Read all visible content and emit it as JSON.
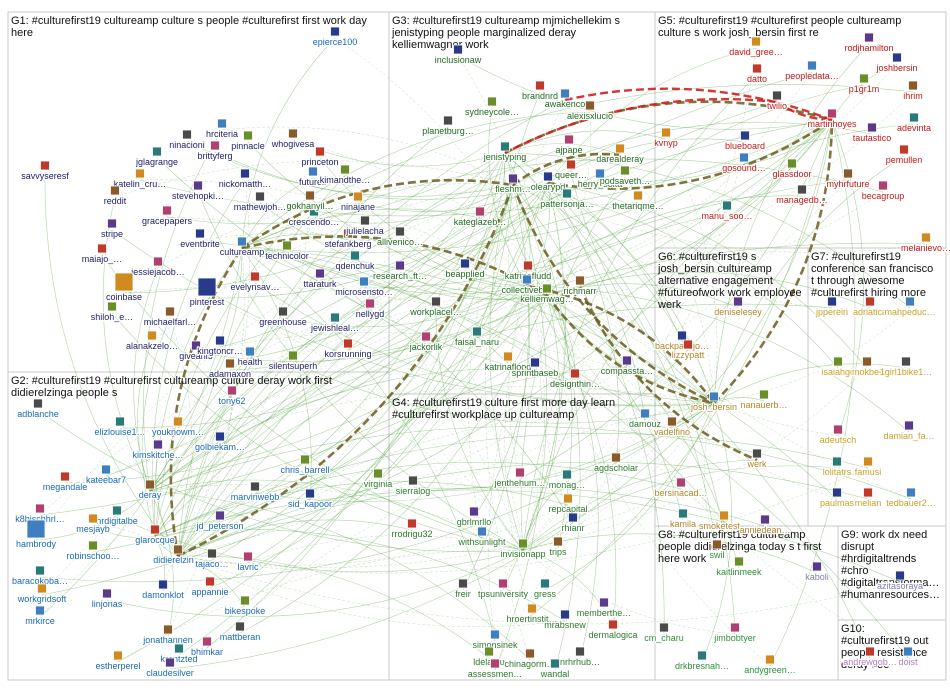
{
  "colors": {
    "edge_green": "#4f9f3c",
    "edge_dark": "#6b5a1e",
    "edge_red": "#d22020",
    "g1": "#222266",
    "g2": "#1a6ab0",
    "g3": "#1f6b1f",
    "g4": "#2c7a2c",
    "g5": "#c01818",
    "g6": "#b0852a",
    "g7": "#c9a227",
    "g8": "#2f8f3a",
    "g9": "#8080b0",
    "g10": "#b080c0"
  },
  "groups": [
    {
      "id": "G1",
      "lines": [
        "G1: #culturefirst19 cultureamp culture s people #culturefirst first work day",
        "here"
      ],
      "color": "g1"
    },
    {
      "id": "G2",
      "lines": [
        "G2: #culturefirst19 #culturefirst cultureamp culture deray work first",
        "didierelzinga people s"
      ],
      "color": "g2"
    },
    {
      "id": "G3",
      "lines": [
        "G3: #culturefirst19 cultureamp mjmichellekim s",
        "jenistyping people marginalized deray",
        "kelliemwagner work"
      ],
      "color": "g3"
    },
    {
      "id": "G4",
      "lines": [
        "G4: #culturefirst19 culture first more day learn",
        "#culturefirst workplace up cultureamp"
      ],
      "color": "g4"
    },
    {
      "id": "G5",
      "lines": [
        "G5: #culturefirst19 #culturefirst people cultureamp",
        "culture s work josh_bersin first re"
      ],
      "color": "g5"
    },
    {
      "id": "G6",
      "lines": [
        "G6: #culturefirst19 s",
        "josh_bersin cultureamp",
        "alternative engagement",
        "#futureofwork work employee",
        "werk"
      ],
      "color": "g6"
    },
    {
      "id": "G7",
      "lines": [
        "G7: #culturefirst19",
        "conference san francisco",
        "t through awesome",
        "#culturefirst hiring more"
      ],
      "color": "g7"
    },
    {
      "id": "G8",
      "lines": [
        "G8: #culturefirst19 cultureamp",
        "people didierelzinga today s t first",
        "here work"
      ],
      "color": "g8"
    },
    {
      "id": "G9",
      "lines": [
        "G9: work dx need",
        "disrupt",
        "#hrdigitaltrends",
        "#chro",
        "#digitaltransforma…",
        "#humanresources…"
      ],
      "color": "g9"
    },
    {
      "id": "G10",
      "lines": [
        "G10:",
        "#culturefirst19 out",
        "people resistance",
        "deray see"
      ],
      "color": "g10"
    }
  ],
  "nodes": [
    {
      "id": "epierce100",
      "group": "g2"
    },
    {
      "id": "savvyseresf",
      "group": "g1"
    },
    {
      "id": "hrciteria",
      "group": "g1"
    },
    {
      "id": "pinnacle",
      "group": "g1"
    },
    {
      "id": "whogivesa",
      "group": "g1"
    },
    {
      "id": "ninacioni",
      "group": "g1"
    },
    {
      "id": "brittyferg",
      "group": "g1"
    },
    {
      "id": "jglagrange",
      "group": "g1"
    },
    {
      "id": "katelin_cru…",
      "group": "g1"
    },
    {
      "id": "stevehopki…",
      "group": "g1"
    },
    {
      "id": "nickomatth…",
      "group": "g1"
    },
    {
      "id": "princeton",
      "group": "g1"
    },
    {
      "id": "futurelr",
      "group": "g1"
    },
    {
      "id": "kimandthe…",
      "group": "g1"
    },
    {
      "id": "reddit",
      "group": "g1"
    },
    {
      "id": "mathewjoh…",
      "group": "g1"
    },
    {
      "id": "gracepapers",
      "group": "g1"
    },
    {
      "id": "crescendo…",
      "group": "g1"
    },
    {
      "id": "ninajane",
      "group": "g1"
    },
    {
      "id": "stripe",
      "group": "g1"
    },
    {
      "id": "eventbrite",
      "group": "g1"
    },
    {
      "id": "maiajo_…",
      "group": "g1"
    },
    {
      "id": "cultureamp",
      "group": "g1"
    },
    {
      "id": "technicolor",
      "group": "g1"
    },
    {
      "id": "stefankberg",
      "group": "g1"
    },
    {
      "id": "julielacha",
      "group": "g1"
    },
    {
      "id": "jessiejacob…",
      "group": "g1"
    },
    {
      "id": "qdenchuk",
      "group": "g1"
    },
    {
      "id": "coinbase",
      "group": "g1"
    },
    {
      "id": "ttaraturk",
      "group": "g1"
    },
    {
      "id": "pinterest",
      "group": "g1"
    },
    {
      "id": "evelynsav…",
      "group": "g1"
    },
    {
      "id": "microsensto…",
      "group": "g1"
    },
    {
      "id": "shiloh_e…",
      "group": "g1"
    },
    {
      "id": "michaelfarl…",
      "group": "g1"
    },
    {
      "id": "greenhouse",
      "group": "g1"
    },
    {
      "id": "nellygd",
      "group": "g1"
    },
    {
      "id": "jewishleal…",
      "group": "g1"
    },
    {
      "id": "alanakzelo…",
      "group": "g1"
    },
    {
      "id": "giveahi5",
      "group": "g1"
    },
    {
      "id": "kingtoncr…",
      "group": "g1"
    },
    {
      "id": "korsrunning",
      "group": "g1"
    },
    {
      "id": "health",
      "group": "g1"
    },
    {
      "id": "silentsuperh",
      "group": "g1"
    },
    {
      "id": "adamaxon",
      "group": "g1"
    },
    {
      "id": "adblanche",
      "group": "g2"
    },
    {
      "id": "tony62",
      "group": "g2"
    },
    {
      "id": "elizlouise1…",
      "group": "g2"
    },
    {
      "id": "youknowm…",
      "group": "g2"
    },
    {
      "id": "kimskitche…",
      "group": "g2"
    },
    {
      "id": "golbiekam…",
      "group": "g2"
    },
    {
      "id": "megandale",
      "group": "g2"
    },
    {
      "id": "kateebar7",
      "group": "g2"
    },
    {
      "id": "chris_barrell",
      "group": "g2"
    },
    {
      "id": "deray",
      "group": "g2"
    },
    {
      "id": "marvinwebb",
      "group": "g2"
    },
    {
      "id": "k8bischhrl…",
      "group": "g2"
    },
    {
      "id": "hrdigitalbe",
      "group": "g2"
    },
    {
      "id": "mesjayb",
      "group": "g2"
    },
    {
      "id": "jd_peterson",
      "group": "g2"
    },
    {
      "id": "sid_kapoor",
      "group": "g2"
    },
    {
      "id": "glarocque",
      "group": "g2"
    },
    {
      "id": "hambrody",
      "group": "g2"
    },
    {
      "id": "robinschoo…",
      "group": "g2"
    },
    {
      "id": "didierelzin…",
      "group": "g2"
    },
    {
      "id": "tajaco…",
      "group": "g2"
    },
    {
      "id": "lavric",
      "group": "g2"
    },
    {
      "id": "baracokoba…",
      "group": "g2"
    },
    {
      "id": "workgridsoft",
      "group": "g2"
    },
    {
      "id": "linjonas",
      "group": "g2"
    },
    {
      "id": "damonklot",
      "group": "g2"
    },
    {
      "id": "appannie",
      "group": "g2"
    },
    {
      "id": "mrkirce",
      "group": "g2"
    },
    {
      "id": "bikespoke",
      "group": "g2"
    },
    {
      "id": "jonathannen",
      "group": "g2"
    },
    {
      "id": "mattberan",
      "group": "g2"
    },
    {
      "id": "bhimkar",
      "group": "g2"
    },
    {
      "id": "krantzted",
      "group": "g2"
    },
    {
      "id": "estherperel",
      "group": "g2"
    },
    {
      "id": "claudesilver",
      "group": "g2"
    },
    {
      "id": "inclusionaw",
      "group": "g3"
    },
    {
      "id": "brandnrd",
      "group": "g3"
    },
    {
      "id": "awakenco",
      "group": "g3"
    },
    {
      "id": "sydneycole…",
      "group": "g3"
    },
    {
      "id": "alexisxlucio",
      "group": "g3"
    },
    {
      "id": "planetburg…",
      "group": "g3"
    },
    {
      "id": "ajpape",
      "group": "g3"
    },
    {
      "id": "jenistyping",
      "group": "g3"
    },
    {
      "id": "darealderay",
      "group": "g3"
    },
    {
      "id": "fleshm…",
      "group": "g3"
    },
    {
      "id": "olearypd",
      "group": "g3"
    },
    {
      "id": "queer…",
      "group": "g3"
    },
    {
      "id": "herry_solta",
      "group": "g3"
    },
    {
      "id": "podsaveth…",
      "group": "g3"
    },
    {
      "id": "gokhanyil…",
      "group": "g3"
    },
    {
      "id": "allivenico…",
      "group": "g3"
    },
    {
      "id": "kateglazeb…",
      "group": "g3"
    },
    {
      "id": "pattersonja…",
      "group": "g3"
    },
    {
      "id": "thetariqme…",
      "group": "g3"
    },
    {
      "id": "research_ft…",
      "group": "g3"
    },
    {
      "id": "beapplied",
      "group": "g3"
    },
    {
      "id": "katrinafludd",
      "group": "g3"
    },
    {
      "id": "collectiveb…",
      "group": "g3"
    },
    {
      "id": "kelliemwag…",
      "group": "g3"
    },
    {
      "id": "richmarr",
      "group": "g3"
    },
    {
      "id": "workplacel…",
      "group": "g3"
    },
    {
      "id": "jackorlik",
      "group": "g3"
    },
    {
      "id": "faisal_naru",
      "group": "g3"
    },
    {
      "id": "katrinaflood",
      "group": "g3"
    },
    {
      "id": "compassta…",
      "group": "g3"
    },
    {
      "id": "sprintbaseb",
      "group": "g3"
    },
    {
      "id": "designthin…",
      "group": "g3"
    },
    {
      "id": "damouz",
      "group": "g4"
    },
    {
      "id": "virginia",
      "group": "g4"
    },
    {
      "id": "agdscholar",
      "group": "g4"
    },
    {
      "id": "sierralog",
      "group": "g4"
    },
    {
      "id": "jenthehum…",
      "group": "g4"
    },
    {
      "id": "monag…",
      "group": "g4"
    },
    {
      "id": "repcapital",
      "group": "g4"
    },
    {
      "id": "gbrlmrllo",
      "group": "g4"
    },
    {
      "id": "rhianr",
      "group": "g4"
    },
    {
      "id": "rrodrigu32",
      "group": "g4"
    },
    {
      "id": "withsunlight",
      "group": "g4"
    },
    {
      "id": "invisionapp",
      "group": "g4"
    },
    {
      "id": "trips",
      "group": "g4"
    },
    {
      "id": "freir",
      "group": "g4"
    },
    {
      "id": "tpsuniversity",
      "group": "g4"
    },
    {
      "id": "gress",
      "group": "g4"
    },
    {
      "id": "hroertinstit…",
      "group": "g4"
    },
    {
      "id": "memberthe…",
      "group": "g4"
    },
    {
      "id": "mrabsnew",
      "group": "g4"
    },
    {
      "id": "dermalogica",
      "group": "g4"
    },
    {
      "id": "simonsinek",
      "group": "g4"
    },
    {
      "id": "ldelacru",
      "group": "g4"
    },
    {
      "id": "chinagorm…",
      "group": "g4"
    },
    {
      "id": "nrhrhub…",
      "group": "g4"
    },
    {
      "id": "assessmen…",
      "group": "g4"
    },
    {
      "id": "wandal",
      "group": "g4"
    },
    {
      "id": "david_gree…",
      "group": "g5"
    },
    {
      "id": "rodjhamilton",
      "group": "g5"
    },
    {
      "id": "joshbersin",
      "group": "g5"
    },
    {
      "id": "datto",
      "group": "g5"
    },
    {
      "id": "peopledata…",
      "group": "g5"
    },
    {
      "id": "p1gr1m",
      "group": "g5"
    },
    {
      "id": "ihrim",
      "group": "g5"
    },
    {
      "id": "twilio",
      "group": "g5"
    },
    {
      "id": "martinhoyes",
      "group": "g5"
    },
    {
      "id": "adevinta",
      "group": "g5"
    },
    {
      "id": "kvnyp",
      "group": "g5"
    },
    {
      "id": "tautastico",
      "group": "g5"
    },
    {
      "id": "blueboard",
      "group": "g5"
    },
    {
      "id": "pemullen",
      "group": "g5"
    },
    {
      "id": "gosound…",
      "group": "g5"
    },
    {
      "id": "glassdoor",
      "group": "g5"
    },
    {
      "id": "myhrfuture",
      "group": "g5"
    },
    {
      "id": "managedb…",
      "group": "g5"
    },
    {
      "id": "becagroup",
      "group": "g5"
    },
    {
      "id": "manu_soo…",
      "group": "g5"
    },
    {
      "id": "melanievo…",
      "group": "g5"
    },
    {
      "id": "deniselesey",
      "group": "g6"
    },
    {
      "id": "backpackjo…",
      "group": "g6"
    },
    {
      "id": "lizzypatt",
      "group": "g6"
    },
    {
      "id": "josh_bersin",
      "group": "g6"
    },
    {
      "id": "nanauerb…",
      "group": "g6"
    },
    {
      "id": "vadelfino",
      "group": "g6"
    },
    {
      "id": "werk",
      "group": "g6"
    },
    {
      "id": "bersinacad…",
      "group": "g6"
    },
    {
      "id": "kamila",
      "group": "g6"
    },
    {
      "id": "smoketest…",
      "group": "g6"
    },
    {
      "id": "anniedean…",
      "group": "g6"
    },
    {
      "id": "jpperein",
      "group": "g7"
    },
    {
      "id": "adriatica",
      "group": "g7"
    },
    {
      "id": "mahpeduc…",
      "group": "g7"
    },
    {
      "id": "isaiahgc",
      "group": "g7"
    },
    {
      "id": "mokber",
      "group": "g7"
    },
    {
      "id": "1girl1bike1…",
      "group": "g7"
    },
    {
      "id": "adeutsch",
      "group": "g7"
    },
    {
      "id": "lolitatrs",
      "group": "g7"
    },
    {
      "id": "famusi",
      "group": "g7"
    },
    {
      "id": "damian_fa…",
      "group": "g7"
    },
    {
      "id": "paulmas",
      "group": "g7"
    },
    {
      "id": "melian",
      "group": "g7"
    },
    {
      "id": "tedbauer2…",
      "group": "g7"
    },
    {
      "id": "kaitlinmeek",
      "group": "g8"
    },
    {
      "id": "swil",
      "group": "g8"
    },
    {
      "id": "cm_charu",
      "group": "g8"
    },
    {
      "id": "jimbobtyer",
      "group": "g8"
    },
    {
      "id": "drkbresnah…",
      "group": "g8"
    },
    {
      "id": "andygreen…",
      "group": "g8"
    },
    {
      "id": "kaboli",
      "group": "g9"
    },
    {
      "id": "azitasoraya",
      "group": "g9"
    },
    {
      "id": "andrewgob…",
      "group": "g10"
    },
    {
      "id": "doist",
      "group": "g10"
    }
  ]
}
